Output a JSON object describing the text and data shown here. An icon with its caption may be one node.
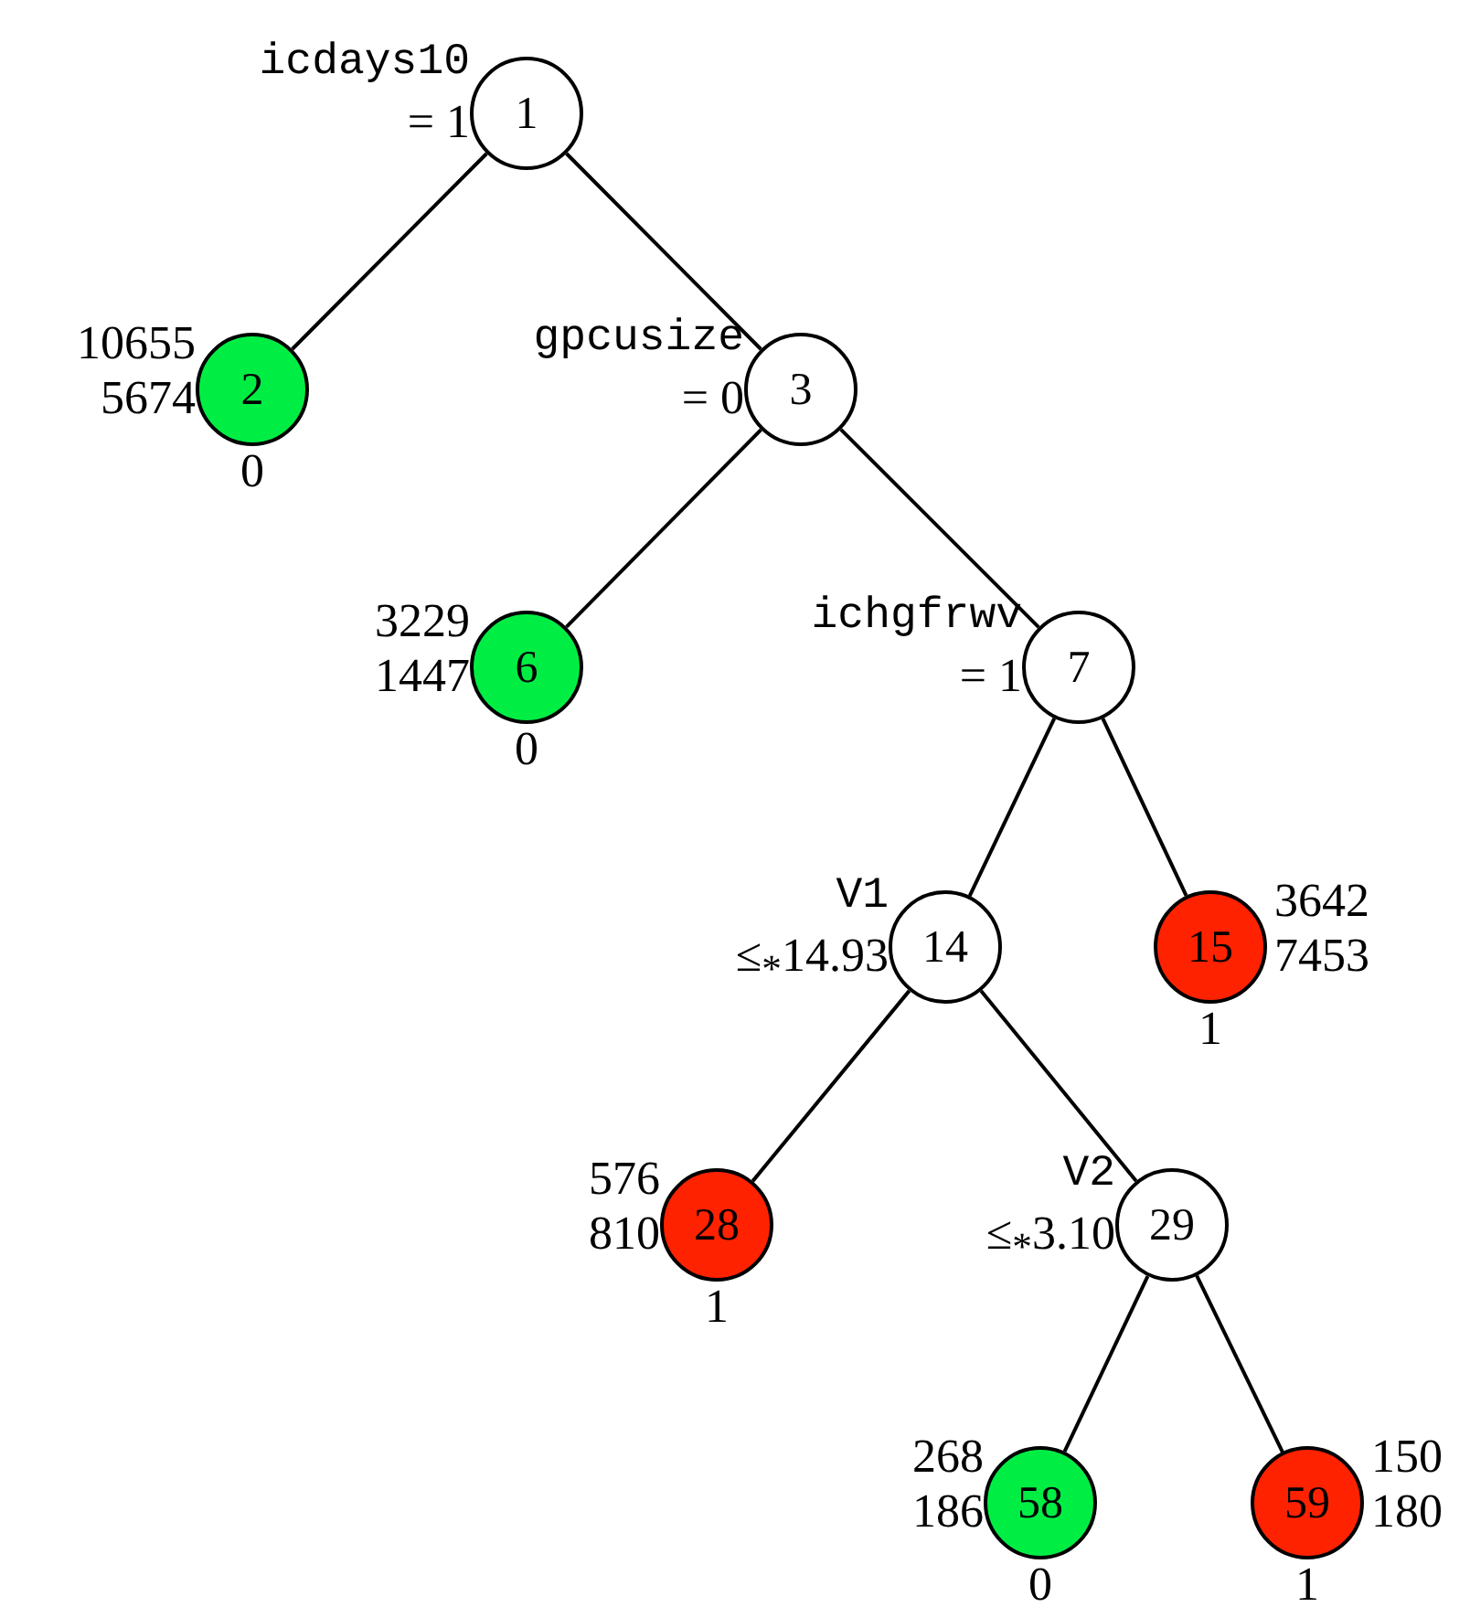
{
  "diagram": {
    "nodes": [
      {
        "text": [
          "1"
        ],
        "beside": [
          "icdays10",
          "= 1"
        ]
      },
      {
        "text": [
          "2"
        ],
        "beside": [
          "10655",
          "5674",
          "0"
        ]
      },
      {
        "text": [
          "3"
        ],
        "beside": [
          "gpcusize",
          "= 0"
        ]
      },
      {
        "text": [
          "6"
        ],
        "beside": [
          "3229",
          "1447",
          "0"
        ]
      },
      {
        "text": [
          "7"
        ],
        "beside": [
          "ichgfrwv",
          "= 1"
        ]
      },
      {
        "text": [
          "14"
        ],
        "beside": [
          "V1",
          "≤$_{*}$14.93"
        ]
      },
      {
        "text": [
          "15"
        ],
        "beside": [
          "3642",
          "7453",
          "1"
        ]
      },
      {
        "text": [
          "28"
        ],
        "beside": [
          "576",
          "810",
          "1"
        ]
      },
      {
        "text": [
          "29"
        ],
        "beside": [
          "V2",
          "≤$_{*}$3.10"
        ]
      },
      {
        "text": [
          "58"
        ],
        "beside": [
          "268",
          "186",
          "0"
        ]
      },
      {
        "text": [
          "59"
        ],
        "beside": [
          "150",
          "180",
          "1"
        ]
      }
    ],
    "edges": [
      {
        "from": 0,
        "to": 1,
        "arrow": "none"
      },
      {
        "from": 0,
        "to": 2,
        "arrow": "none"
      },
      {
        "from": 2,
        "to": 3,
        "arrow": "none"
      },
      {
        "from": 2,
        "to": 4,
        "arrow": "none"
      },
      {
        "from": 4,
        "to": 5,
        "arrow": "none"
      },
      {
        "from": 4,
        "to": 6,
        "arrow": "none"
      },
      {
        "from": 5,
        "to": 7,
        "arrow": "none"
      },
      {
        "from": 5,
        "to": 8,
        "arrow": "none"
      },
      {
        "from": 8,
        "to": 9,
        "arrow": "none"
      },
      {
        "from": 8,
        "to": 10,
        "arrow": "none"
      }
    ]
  }
}
